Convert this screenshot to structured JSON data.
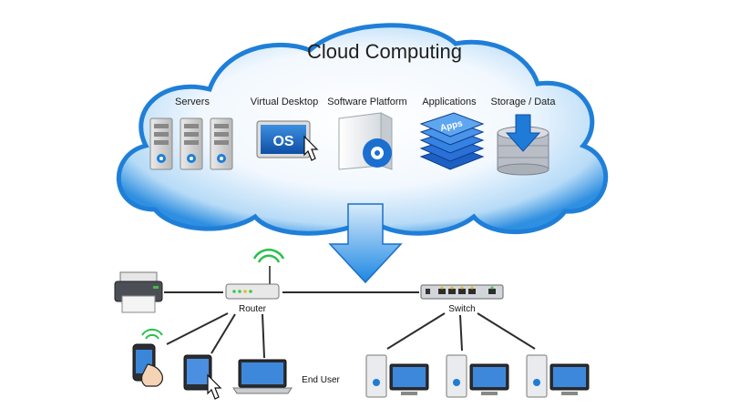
{
  "cloud": {
    "title": "Cloud Computing",
    "services": [
      {
        "label": "Servers",
        "icon": "server-rack-icon"
      },
      {
        "label": "Virtual Desktop",
        "icon": "os-screen-icon",
        "screen_text": "OS"
      },
      {
        "label": "Software Platform",
        "icon": "software-disc-icon"
      },
      {
        "label": "Applications",
        "icon": "apps-stack-icon",
        "stack_text": "Apps"
      },
      {
        "label": "Storage / Data",
        "icon": "storage-database-icon"
      }
    ]
  },
  "network": {
    "router_label": "Router",
    "switch_label": "Switch",
    "end_user_label": "End User"
  },
  "colors": {
    "cloud_edge": "#1f7fd8",
    "cloud_fill": "#d9ecfb",
    "arrow": "#2a8ee6",
    "line": "#2c2c2c"
  }
}
